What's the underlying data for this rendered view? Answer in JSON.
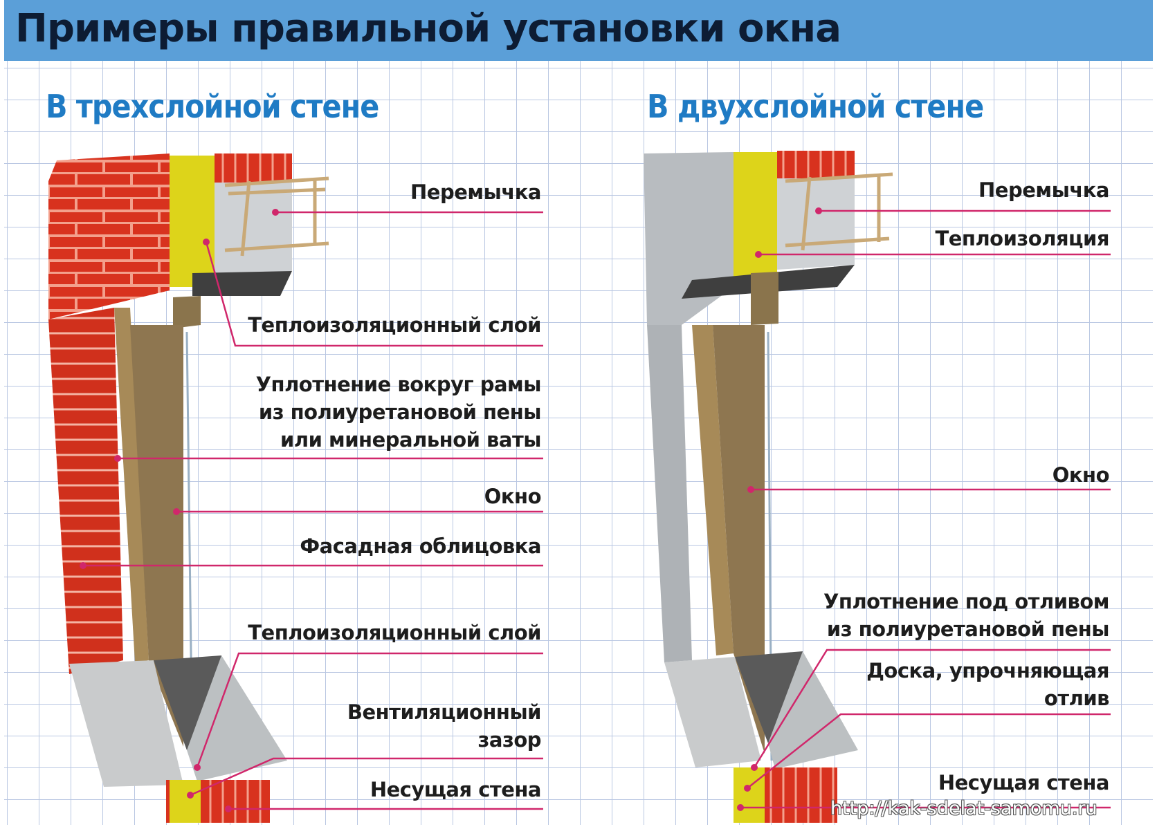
{
  "title": "Примеры правильной установки окна",
  "colors": {
    "title_bar": "#5b9fd8",
    "subtitle": "#1f7bc4",
    "brick": "#d8321e",
    "insulation": "#ddd41a",
    "frame": "#a78a58",
    "concrete": "#b8bcc0",
    "leader": "#d0276b",
    "grid": "#b9c7e2"
  },
  "left": {
    "subtitle": "В трехслойной стене",
    "labels": {
      "lintel": "Перемычка",
      "insulation_top": "Теплоизоляционный слой",
      "seal": "Уплотнение вокруг рамы\nиз полиуретановой пены\nили минеральной ваты",
      "window": "Окно",
      "facade": "Фасадная облицовка",
      "insulation_bottom": "Теплоизоляционный слой",
      "vent_gap": "Вентиляционный\nзазор",
      "bearing_wall": "Несущая стена"
    }
  },
  "right": {
    "subtitle": "В двухслойной стене",
    "labels": {
      "lintel": "Перемычка",
      "insulation": "Теплоизоляция",
      "window": "Окно",
      "seal_sill": "Уплотнение под отливом\nиз полиуретановой пены",
      "board": "Доска, упрочняющая\nотлив",
      "bearing_wall": "Несущая стена"
    }
  },
  "url": "http://kak-sdelat-samomu.ru"
}
